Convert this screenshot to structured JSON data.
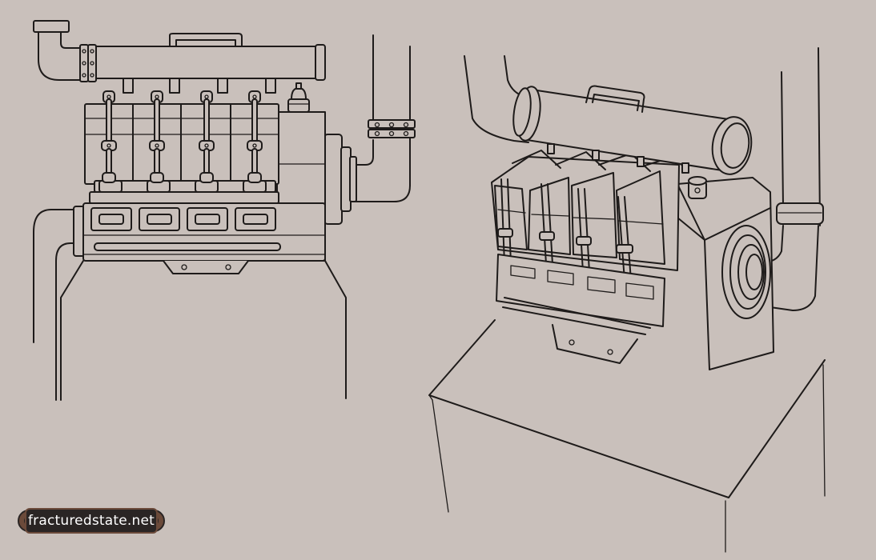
{
  "image": {
    "kind": "concept sketch",
    "colors": {
      "background": "#c9c0bb",
      "line": "#1e1b1a",
      "logo_plate": "#2a2524",
      "logo_gear": "#6b4a3a",
      "logo_text": "#ffffff"
    }
  },
  "views": [
    {
      "name": "front-orthographic-view"
    },
    {
      "name": "three-quarter-perspective-view"
    }
  ],
  "logo": {
    "text": "fracturedstate.net"
  }
}
